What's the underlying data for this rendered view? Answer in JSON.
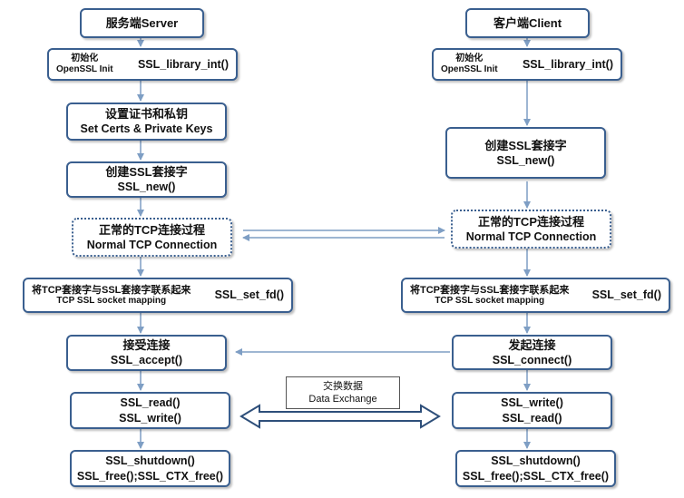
{
  "server": {
    "title": "服务端Server",
    "init_cn": "初始化",
    "init_en": "OpenSSL Init",
    "init_fn": "SSL_library_int()",
    "certs_cn": "设置证书和私钥",
    "certs_en": "Set Certs & Private Keys",
    "create_cn": "创建SSL套接字",
    "create_fn": "SSL_new()",
    "tcp_cn": "正常的TCP连接过程",
    "tcp_en": "Normal TCP Connection",
    "map_cn": "将TCP套接字与SSL套接字联系起来",
    "map_en": "TCP SSL socket mapping",
    "map_fn": "SSL_set_fd()",
    "accept_cn": "接受连接",
    "accept_fn": "SSL_accept()",
    "rw_1": "SSL_read()",
    "rw_2": "SSL_write()",
    "shut_1": "SSL_shutdown()",
    "shut_2": "SSL_free();SSL_CTX_free()"
  },
  "client": {
    "title": "客户端Client",
    "init_cn": "初始化",
    "init_en": "OpenSSL Init",
    "init_fn": "SSL_library_int()",
    "create_cn": "创建SSL套接字",
    "create_fn": "SSL_new()",
    "tcp_cn": "正常的TCP连接过程",
    "tcp_en": "Normal TCP Connection",
    "map_cn": "将TCP套接字与SSL套接字联系起来",
    "map_en": "TCP SSL socket mapping",
    "map_fn": "SSL_set_fd()",
    "connect_cn": "发起连接",
    "connect_fn": "SSL_connect()",
    "rw_1": "SSL_write()",
    "rw_2": "SSL_read()",
    "shut_1": "SSL_shutdown()",
    "shut_2": "SSL_free();SSL_CTX_free()"
  },
  "exchange": {
    "cn": "交换数据",
    "en": "Data Exchange"
  },
  "colors": {
    "border": "#3a5f8f",
    "arrow": "#7e9ec4"
  }
}
